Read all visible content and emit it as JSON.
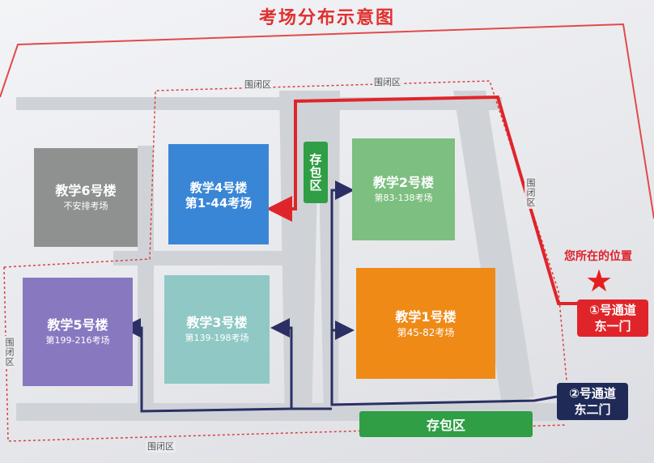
{
  "title": "考场分布示意图",
  "buildings": {
    "b6": {
      "name": "教学6号楼",
      "sub": "不安排考场",
      "color": "#8f9191"
    },
    "b4": {
      "name": "教学4号楼",
      "sub": "第1-44考场",
      "color": "#3a86d6"
    },
    "b2": {
      "name": "教学2号楼",
      "sub": "第83-138考场",
      "color": "#7cbf80"
    },
    "b5": {
      "name": "教学5号楼",
      "sub": "第199-216考场",
      "color": "#8878c0"
    },
    "b3": {
      "name": "教学3号楼",
      "sub": "第139-198考场",
      "color": "#8fc8c4"
    },
    "b1": {
      "name": "教学1号楼",
      "sub": "第45-82考场",
      "color": "#ef8a17"
    }
  },
  "zones": {
    "top1": "围闭区",
    "top2": "围闭区",
    "right": "围闭区",
    "left": "围闭区",
    "bottom": "围闭区"
  },
  "bag_storage": {
    "vertical": "存包区",
    "horizontal": "存包区"
  },
  "gates": {
    "gate1_line1": "①号通道",
    "gate1_line2": "东一门",
    "gate2_line1": "②号通道",
    "gate2_line2": "东二门"
  },
  "location_label": "您所在的位置",
  "colors": {
    "route_red": "#e0252a",
    "route_navy": "#2b2f63",
    "bag_green": "#2f9e45",
    "frame_red": "#e24a4a",
    "dotted_red": "#d94040"
  }
}
